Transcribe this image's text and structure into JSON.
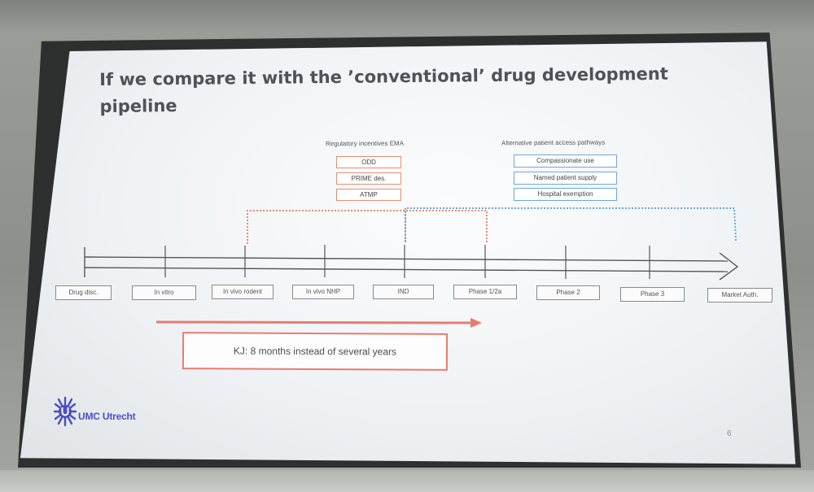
{
  "slide": {
    "title": "If we compare it with the ’conventional’ drug development pipeline",
    "page_number": "6"
  },
  "regulatory": {
    "heading": "Regulatory incentives EMA",
    "items": [
      "ODD",
      "PRIME des.",
      "ATMP"
    ],
    "color": "#e88e6e"
  },
  "access": {
    "heading": "Alternative patient access pathways",
    "items": [
      "Compassionate use",
      "Named patient supply",
      "Hospital exemption"
    ],
    "color": "#6fa6dc"
  },
  "timeline": {
    "stages": [
      "Drug disc.",
      "In vitro",
      "In vivo rodent",
      "In vivo NHP",
      "IND",
      "Phase 1/2a",
      "Phase 2",
      "Phase 3",
      "Market Auth."
    ]
  },
  "callout": {
    "text": "KJ: 8 months instead of several years",
    "color": "#e77b70"
  },
  "logo": {
    "text": "UMC Utrecht",
    "color": "#4a4ec3"
  }
}
